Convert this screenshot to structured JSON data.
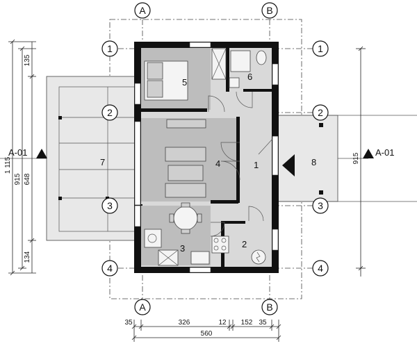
{
  "grid": {
    "top_letters": [
      "A",
      "B"
    ],
    "bottom_letters": [
      "A",
      "B"
    ],
    "left_numbers": [
      "1",
      "2",
      "3",
      "4"
    ],
    "right_numbers": [
      "1",
      "2",
      "3",
      "4"
    ]
  },
  "rooms": [
    "1",
    "2",
    "3",
    "4",
    "5",
    "6",
    "7",
    "8"
  ],
  "section_marks": {
    "left": "A-01",
    "right": "A-01"
  },
  "dims_left": {
    "d1115": "1 115",
    "d915": "915",
    "d135": "135",
    "d648": "648",
    "d134": "134"
  },
  "dims_right": {
    "d915": "915"
  },
  "dims_bottom": {
    "d35a": "35",
    "d326": "326",
    "d12": "12",
    "d152": "152",
    "d35b": "35",
    "total": "560"
  }
}
